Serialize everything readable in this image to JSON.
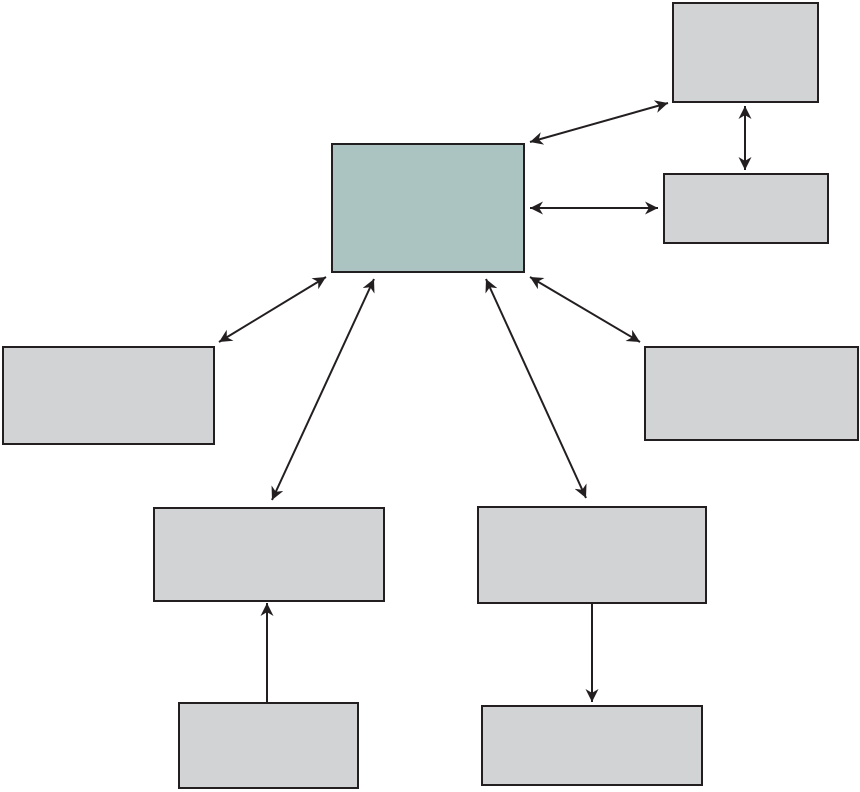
{
  "diagram": {
    "colors": {
      "background": "#ffffff",
      "center_fill": "#abc3c1",
      "box_fill": "#d2d3d5",
      "stroke": "#231f20"
    },
    "nodes": [
      {
        "id": "center",
        "label": "",
        "role": "central"
      },
      {
        "id": "top-right",
        "label": ""
      },
      {
        "id": "right-upper",
        "label": ""
      },
      {
        "id": "left",
        "label": ""
      },
      {
        "id": "right-lower",
        "label": ""
      },
      {
        "id": "bottom-left",
        "label": ""
      },
      {
        "id": "bottom-middle",
        "label": ""
      },
      {
        "id": "bottom-left-child",
        "label": ""
      },
      {
        "id": "bottom-middle-child",
        "label": ""
      }
    ],
    "connections": [
      {
        "from": "center",
        "to": "top-right",
        "direction": "both"
      },
      {
        "from": "top-right",
        "to": "right-upper",
        "direction": "both"
      },
      {
        "from": "center",
        "to": "right-upper",
        "direction": "both"
      },
      {
        "from": "center",
        "to": "left",
        "direction": "both"
      },
      {
        "from": "center",
        "to": "right-lower",
        "direction": "both"
      },
      {
        "from": "center",
        "to": "bottom-left",
        "direction": "both"
      },
      {
        "from": "center",
        "to": "bottom-middle",
        "direction": "both"
      },
      {
        "from": "bottom-left-child",
        "to": "bottom-left",
        "direction": "forward"
      },
      {
        "from": "bottom-middle",
        "to": "bottom-middle-child",
        "direction": "forward"
      }
    ]
  }
}
